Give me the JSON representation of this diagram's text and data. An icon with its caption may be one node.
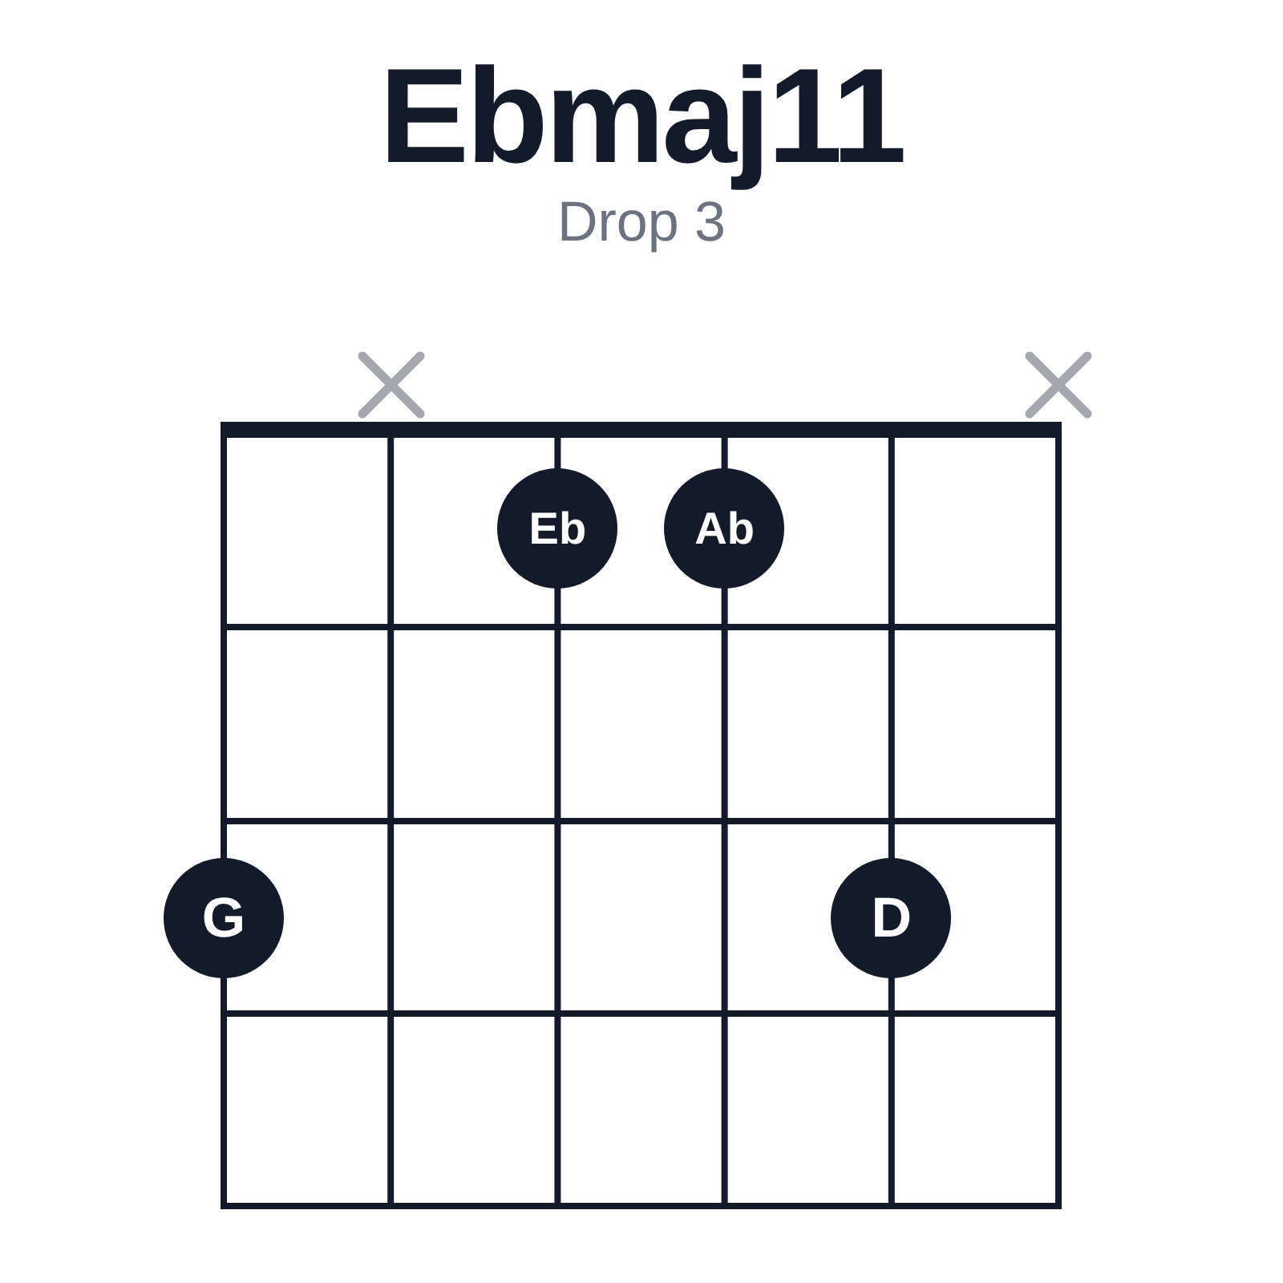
{
  "diagram": {
    "title": "Ebmaj11",
    "nodes": [
      {
        "text": [
          "Eb"
        ]
      },
      {
        "text": [
          "Ab"
        ]
      },
      {
        "text": [
          "G"
        ]
      },
      {
        "text": [
          "D"
        ]
      }
    ],
    "labels": [
      "Drop 3"
    ]
  }
}
